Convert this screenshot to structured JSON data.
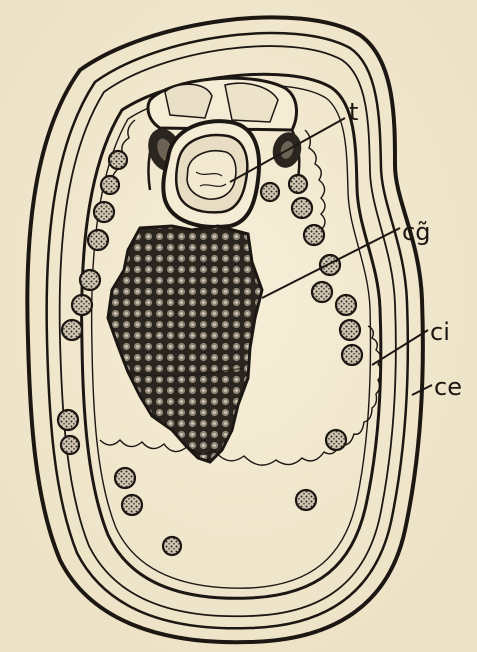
{
  "figure": {
    "background": "#f3ead2",
    "ink": "#1c1712",
    "labels": {
      "t": "t",
      "cg": "cg̃",
      "ci": "ci",
      "ce": "ce"
    }
  }
}
